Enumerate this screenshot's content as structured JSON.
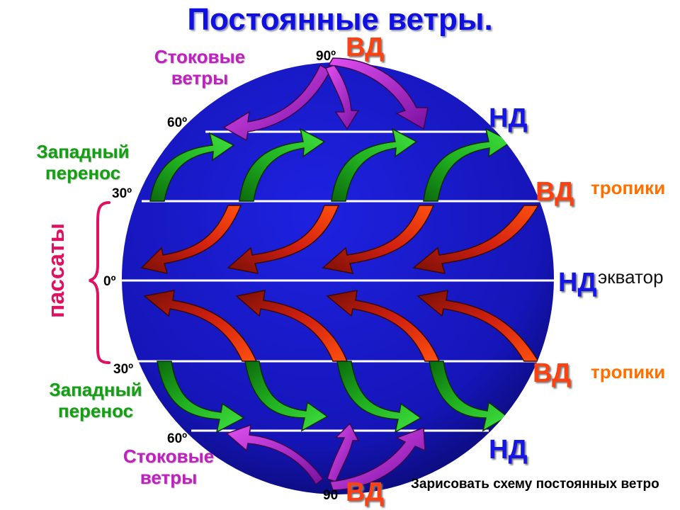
{
  "title": "Постоянные ветры.",
  "latitudes": {
    "north_pole": "90º",
    "north_60": "60º",
    "north_30": "30º",
    "equator": "0º",
    "south_30": "30º",
    "south_60": "60º",
    "south_pole": "90"
  },
  "pressure": {
    "top_high": "ВД",
    "north60_low": "НД",
    "north30_high": "ВД",
    "equator_low": "НД",
    "south30_high": "ВД",
    "south60_low": "НД",
    "bottom_high": "ВД"
  },
  "labels": {
    "katabatic_top_1": "Стоковые",
    "katabatic_top_2": "ветры",
    "westerly_top_1": "Западный",
    "westerly_top_2": "перенос",
    "trade_winds": "пассаты",
    "westerly_bottom_1": "Западный",
    "westerly_bottom_2": "перенос",
    "katabatic_bottom_1": "Стоковые",
    "katabatic_bottom_2": "ветры"
  },
  "zones": {
    "tropics_north": "тропики",
    "equator": "экватор",
    "tropics_south": "тропики"
  },
  "caption": "Зарисовать схему постоянных ветро",
  "colors": {
    "globe": "#1818c8",
    "title": "#1010e0",
    "high_pressure": "#ff4010",
    "low_pressure": "#1515e6",
    "katabatic": "#c020c0",
    "westerly": "#10a010",
    "trade": "#e01060"
  }
}
